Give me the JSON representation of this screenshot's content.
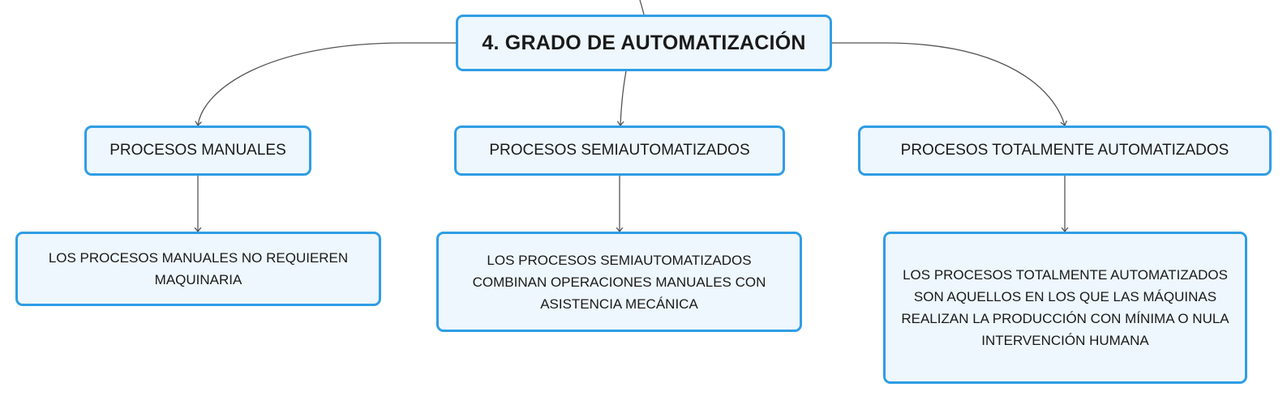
{
  "diagram": {
    "root": {
      "label": "4. GRADO DE AUTOMATIZACIÓN"
    },
    "categories": [
      {
        "label": "PROCESOS MANUALES",
        "description": "LOS PROCESOS MANUALES NO REQUIEREN MAQUINARIA"
      },
      {
        "label": "PROCESOS SEMIAUTOMATIZADOS",
        "description": "LOS PROCESOS SEMIAUTOMATIZADOS COMBINAN OPERACIONES MANUALES CON ASISTENCIA MECÁNICA"
      },
      {
        "label": "PROCESOS TOTALMENTE AUTOMATIZADOS",
        "description": "LOS PROCESOS TOTALMENTE AUTOMATIZADOS SON AQUELLOS EN LOS QUE LAS MÁQUINAS REALIZAN LA PRODUCCIÓN CON MÍNIMA O NULA INTERVENCIÓN HUMANA"
      }
    ]
  },
  "colors": {
    "node_border": "#2f9de4",
    "node_fill": "#eef7fd",
    "connector": "#555555"
  }
}
